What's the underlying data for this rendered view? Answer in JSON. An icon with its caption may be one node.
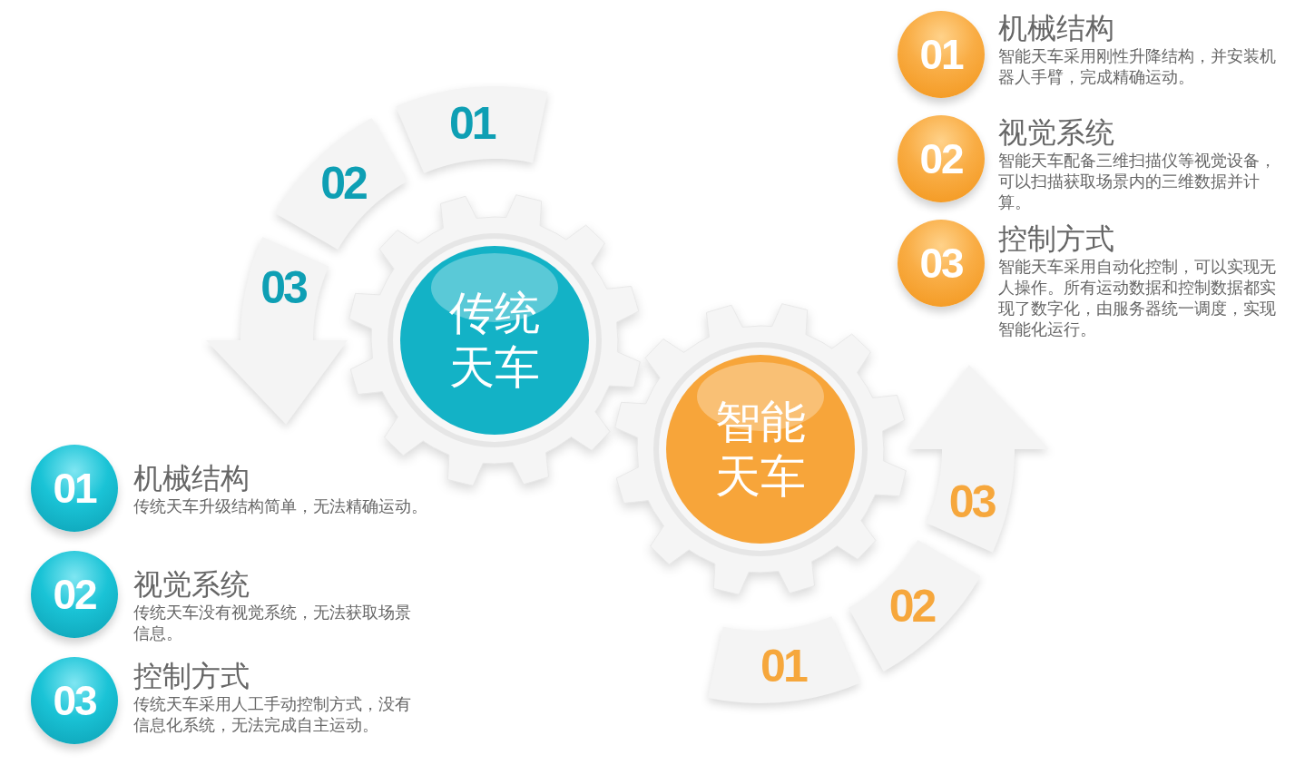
{
  "diagram": {
    "nodes": [
      {
        "text": [
          "01"
        ]
      },
      {
        "text": [
          "02"
        ]
      },
      {
        "text": [
          "03"
        ]
      },
      {
        "text": [
          "传统天车"
        ]
      },
      {
        "text": [
          "智能天车"
        ]
      },
      {
        "text": [
          "01"
        ]
      },
      {
        "text": [
          "02"
        ]
      },
      {
        "text": [
          "03"
        ]
      },
      {
        "text": [
          "01"
        ],
        "beside": [
          "机械结构",
          "智能天车采用刚性升降结构，并安装机器人手臂，完成精确运动。"
        ]
      },
      {
        "text": [
          "02"
        ],
        "beside": [
          "视觉系统",
          "智能天车配备三维扫描仪等视觉设备，可以扫描获取场景内的三维数据并计算。"
        ]
      },
      {
        "text": [
          "03"
        ],
        "beside": [
          "控制方式",
          "智能天车采用自动化控制，可以实现无人操作。所有运动数据和控制数据都实现了数字化，由服务器统一调度，实现智能化运行。"
        ]
      },
      {
        "text": [
          "01"
        ],
        "beside": [
          "机械结构",
          "传统天车升级结构简单，无法精确运动。"
        ]
      },
      {
        "text": [
          "02"
        ],
        "beside": [
          "视觉系统",
          "传统天车没有视觉系统，无法获取场景信息。"
        ]
      },
      {
        "text": [
          "03"
        ],
        "beside": [
          "控制方式",
          "传统天车采用人工手动控制方式，没有信息化系统，无法完成自主运动。"
        ]
      }
    ]
  }
}
